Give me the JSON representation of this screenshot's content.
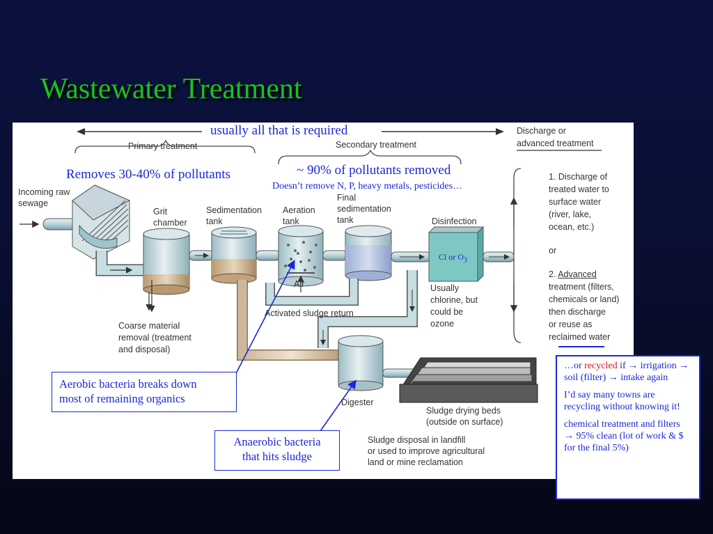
{
  "slide": {
    "title": "Wastewater Treatment"
  },
  "diagram": {
    "header": {
      "usually": "usually all that is required",
      "discharge_1": "Discharge or",
      "discharge_2": "advanced treatment",
      "primary": "Primary treatment",
      "secondary": "Secondary treatment"
    },
    "overlays": {
      "removes": "Removes 30-40% of pollutants",
      "ninety": "~ 90% of pollutants removed",
      "not_removed": "Doesn’t remove N, P, heavy metals, pesticides…",
      "disinfectant_formula": "Cl or O3"
    },
    "labels": {
      "incoming_1": "Incoming raw",
      "incoming_2": "sewage",
      "grit_1": "Grit",
      "grit_2": "chamber",
      "sed_1": "Sedimentation",
      "sed_2": "tank",
      "aer_1": "Aeration",
      "aer_2": "tank",
      "final_1": "Final",
      "final_2": "sedimentation",
      "final_3": "tank",
      "disinfection": "Disinfection",
      "air": "Air",
      "usually_1": "Usually",
      "usually_2": "chlorine, but",
      "usually_3": "could be",
      "usually_4": "ozone",
      "activated": "Activated sludge return",
      "coarse_1": "Coarse material",
      "coarse_2": "removal (treatment",
      "coarse_3": "and disposal)",
      "digester": "Digester",
      "drying_1": "Sludge drying beds",
      "drying_2": "(outside on surface)",
      "disposal_1": "Sludge disposal in landfill",
      "disposal_2": "or used to improve agricultural",
      "disposal_3": "land or mine reclamation",
      "opt_1": "1. Discharge of",
      "opt_2": "treated water to",
      "opt_3": "surface water",
      "opt_4": "(river, lake,",
      "opt_5": "ocean, etc.)",
      "or": "or",
      "opt2_1a": "2. ",
      "opt2_1b": "Advanced",
      "opt2_2": "treatment (filters,",
      "opt2_3": "chemicals or land)",
      "opt2_4": "then discharge",
      "opt2_5": "or reuse as",
      "opt2_6": "reclaimed water"
    },
    "callouts": {
      "aerobic_1": "Aerobic bacteria breaks down",
      "aerobic_2": "most of remaining organics",
      "anaerobic_1": "Anaerobic bacteria",
      "anaerobic_2": "that hits sludge"
    }
  },
  "note": {
    "p1_a": "…or ",
    "p1_red": "recycled",
    "p1_b": " if → irrigation → soil (filter) → intake again",
    "p2": "I’d say many towns are recycling without knowing it!",
    "p3": "chemical treatment and filters → 95% clean  (lot of work & $ for the final 5%)"
  }
}
